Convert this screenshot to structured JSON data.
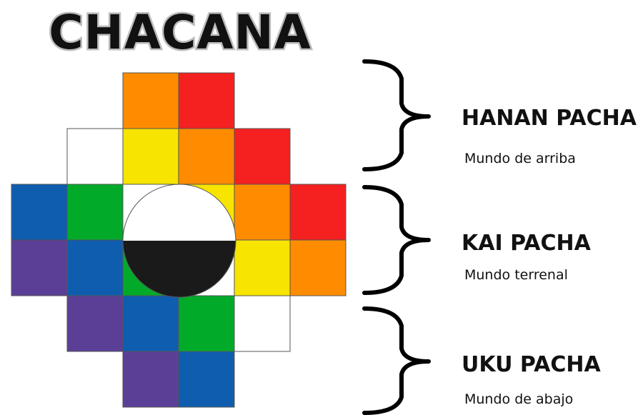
{
  "title": "CHACANA",
  "levels": [
    {
      "name": "HANAN PACHA",
      "description": "Mundo de arriba"
    },
    {
      "name": "KAI PACHA",
      "description": "Mundo terrenal"
    },
    {
      "name": "UKU PACHA",
      "description": "Mundo de abajo"
    }
  ],
  "colors": {
    "orange": "#FF8C00",
    "red": "#F52020",
    "yellow": "#F7E400",
    "white": "#FFFFFF",
    "blue": "#0F5DAE",
    "green": "#02AA2A",
    "purple": "#5B3F97",
    "black": "#1A1A1A",
    "outline": "#555555"
  },
  "grid": [
    [
      null,
      null,
      "orange",
      "red",
      null,
      null
    ],
    [
      null,
      "white",
      "yellow",
      "orange",
      "red",
      null
    ],
    [
      "blue",
      "green",
      "white",
      "yellow",
      "orange",
      "red"
    ],
    [
      "purple",
      "blue",
      "green",
      "white",
      "yellow",
      "orange"
    ],
    [
      null,
      "purple",
      "blue",
      "green",
      "white",
      null
    ],
    [
      null,
      null,
      "purple",
      "blue",
      null,
      null
    ]
  ]
}
